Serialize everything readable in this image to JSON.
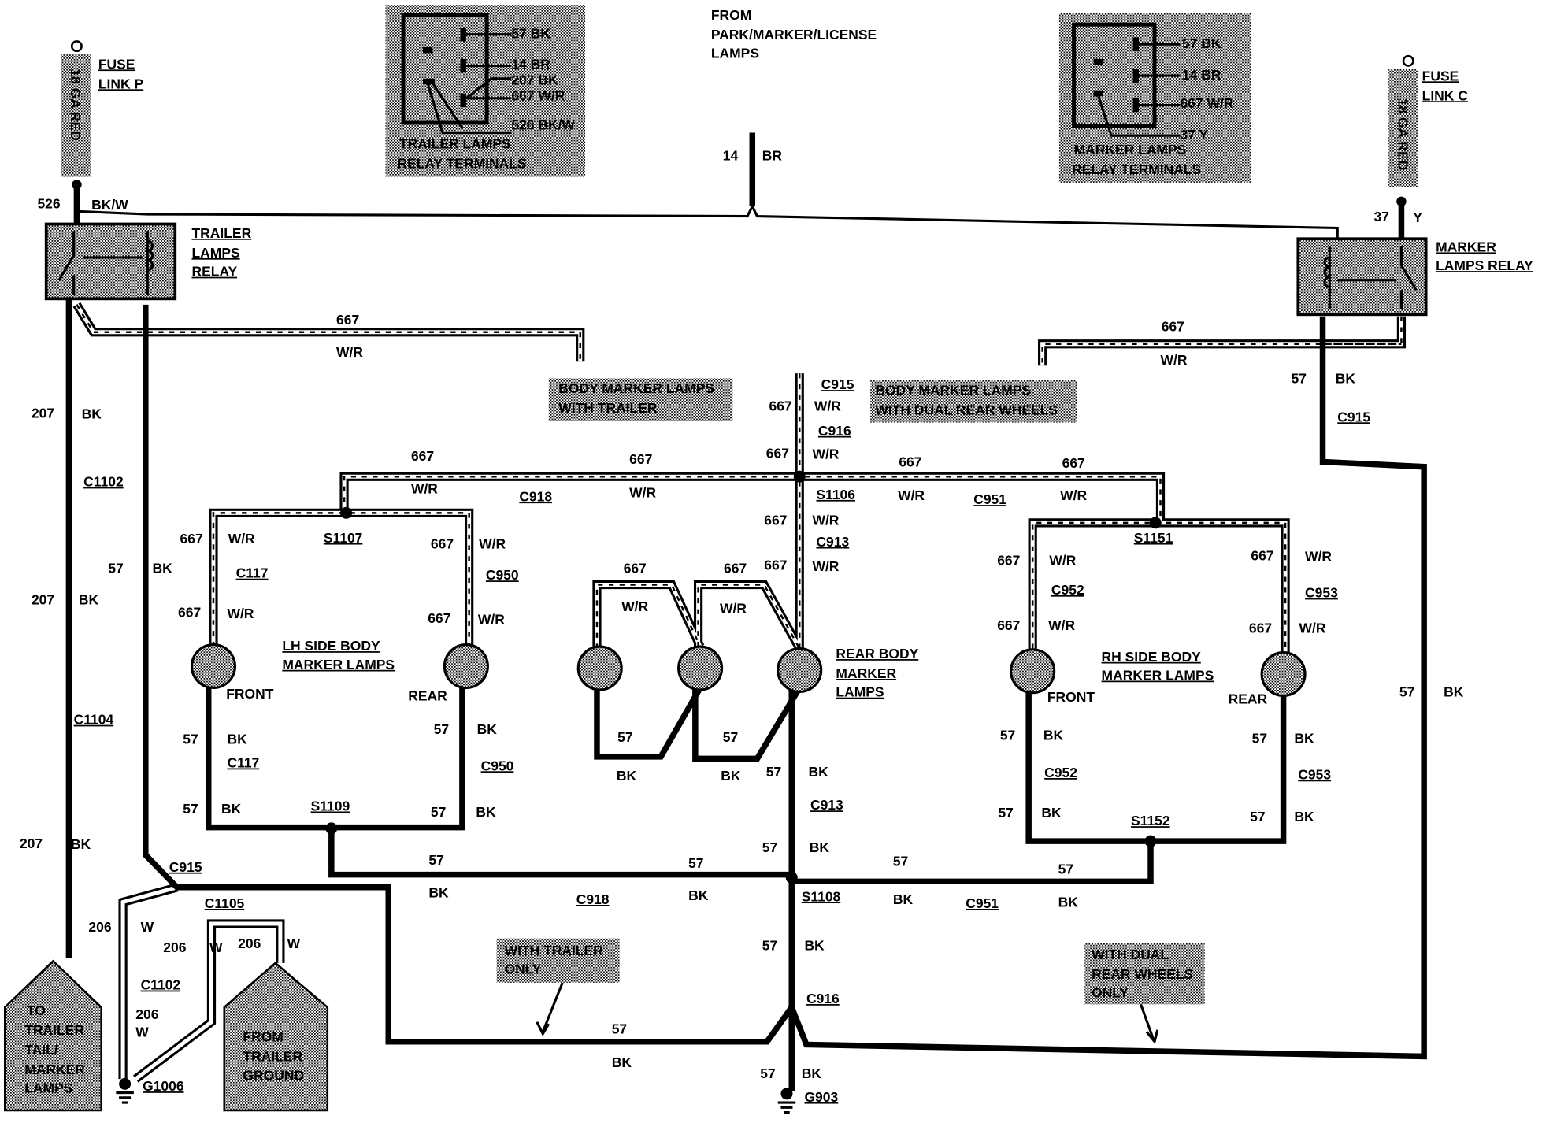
{
  "header": {
    "from_source": [
      "FROM",
      "PARK/MARKER/LICENSE",
      "LAMPS"
    ]
  },
  "trailer_relay_terminals": {
    "wires": [
      "57 BK",
      "14 BR",
      "207 BK",
      "667 W/R",
      "526 BK/W"
    ],
    "caption": [
      "TRAILER LAMPS",
      "RELAY TERMINALS"
    ]
  },
  "marker_relay_terminals": {
    "wires": [
      "57 BK",
      "14 BR",
      "667 W/R",
      "37 Y"
    ],
    "caption": [
      "MARKER LAMPS",
      "RELAY TERMINALS"
    ]
  },
  "fuse_link_p": {
    "label": [
      "FUSE",
      "LINK P"
    ],
    "wire": "18 GA RED"
  },
  "fuse_link_c": {
    "label": [
      "FUSE",
      "LINK C"
    ],
    "wire": "18 GA RED"
  },
  "components": {
    "trailer_relay": [
      "TRAILER",
      "LAMPS",
      "RELAY"
    ],
    "marker_relay": [
      "MARKER",
      "LAMPS RELAY"
    ],
    "lh_lamps": [
      "LH SIDE BODY",
      "MARKER LAMPS",
      "FRONT",
      "REAR"
    ],
    "rear_lamps": [
      "REAR BODY",
      "MARKER",
      "LAMPS"
    ],
    "rh_lamps": [
      "RH SIDE BODY",
      "MARKER LAMPS",
      "FRONT",
      "REAR"
    ],
    "to_trailer": [
      "TO",
      "TRAILER",
      "TAIL/",
      "MARKER",
      "LAMPS"
    ],
    "from_trailer_ground": [
      "FROM",
      "TRAILER",
      "GROUND"
    ]
  },
  "callouts": {
    "with_trailer_body": [
      "BODY MARKER LAMPS",
      "WITH TRAILER"
    ],
    "with_dual_body": [
      "BODY MARKER LAMPS",
      "WITH DUAL REAR WHEELS"
    ],
    "with_trailer_only": [
      "WITH TRAILER",
      "ONLY"
    ],
    "with_dual_only": [
      "WITH DUAL",
      "REAR WHEELS",
      "ONLY"
    ]
  },
  "connectors": [
    "C1102",
    "C1104",
    "C915",
    "C1105",
    "C1102",
    "G1006",
    "C117",
    "C117",
    "S1107",
    "S1109",
    "C950",
    "C950",
    "C918",
    "C918",
    "C915",
    "C916",
    "S1106",
    "C913",
    "C913",
    "S1108",
    "C916",
    "G903",
    "C951",
    "C951",
    "S1151",
    "C952",
    "C952",
    "S1152",
    "C953",
    "C953",
    "C915"
  ],
  "wire_labels": [
    "526",
    "BK/W",
    "37",
    "Y",
    "14",
    "BR",
    "667",
    "W/R",
    "667",
    "W/R",
    "207",
    "BK",
    "207",
    "BK",
    "57",
    "BK",
    "207",
    "BK",
    "206",
    "W",
    "206",
    "W",
    "206",
    "W",
    "206",
    "W",
    "57",
    "BK",
    "57",
    "BK",
    "667",
    "W/R",
    "667",
    "W/R",
    "667",
    "W/R",
    "667",
    "W/R",
    "667",
    "W/R",
    "667",
    "W/R",
    "667",
    "W/R",
    "667",
    "W/R",
    "667",
    "W/R",
    "667",
    "W/R",
    "667",
    "W/R",
    "667",
    "W/R",
    "667",
    "667",
    "W/R",
    "W/R",
    "667",
    "W/R",
    "667",
    "W/R",
    "667",
    "W/R",
    "667",
    "W/R",
    "57",
    "BK",
    "57",
    "BK",
    "57",
    "BK",
    "57",
    "BK",
    "57",
    "57",
    "BK",
    "BK",
    "57",
    "BK",
    "57",
    "BK",
    "57",
    "BK",
    "57",
    "BK",
    "57",
    "BK",
    "57",
    "BK",
    "57",
    "BK",
    "57",
    "BK",
    "57",
    "BK",
    "57",
    "BK",
    "57",
    "BK",
    "57",
    "BK",
    "57",
    "BK"
  ]
}
